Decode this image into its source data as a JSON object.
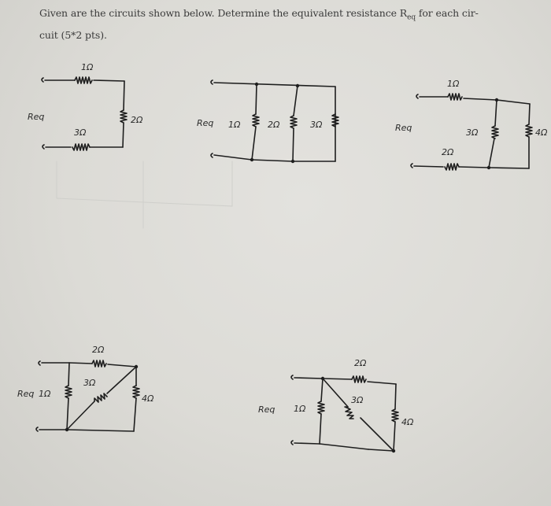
{
  "question": {
    "text_before": "Given are the circuits shown below. Determine the equivalent resistance R",
    "subscript": "eq",
    "text_after": " for each cir-",
    "line2": "cuit (5*2 pts)."
  },
  "circuits": [
    {
      "id": 1,
      "label": "Req",
      "resistors": [
        {
          "value": "1Ω",
          "position": "top series"
        },
        {
          "value": "2Ω",
          "position": "right vertical"
        },
        {
          "value": "3Ω",
          "position": "bottom series"
        }
      ],
      "topology": "series"
    },
    {
      "id": 2,
      "label": "Req",
      "resistors": [
        {
          "value": "1Ω",
          "position": "parallel branch 1"
        },
        {
          "value": "2Ω",
          "position": "parallel branch 2"
        },
        {
          "value": "3Ω",
          "position": "parallel branch 3"
        }
      ],
      "topology": "parallel"
    },
    {
      "id": 3,
      "label": "Req",
      "resistors": [
        {
          "value": "1Ω",
          "position": "top series"
        },
        {
          "value": "3Ω",
          "position": "parallel branch"
        },
        {
          "value": "4Ω",
          "position": "parallel branch"
        },
        {
          "value": "2Ω",
          "position": "bottom series"
        }
      ],
      "topology": "series-parallel"
    },
    {
      "id": 4,
      "label": "Req",
      "resistors": [
        {
          "value": "1Ω",
          "position": "left vertical"
        },
        {
          "value": "2Ω",
          "position": "top horizontal"
        },
        {
          "value": "3Ω",
          "position": "diagonal"
        },
        {
          "value": "4Ω",
          "position": "right vertical"
        }
      ],
      "topology": "bridge"
    },
    {
      "id": 5,
      "label": "Req",
      "resistors": [
        {
          "value": "1Ω",
          "position": "left vertical"
        },
        {
          "value": "2Ω",
          "position": "top horizontal"
        },
        {
          "value": "3Ω",
          "position": "diagonal"
        },
        {
          "value": "4Ω",
          "position": "right vertical"
        }
      ],
      "topology": "bridge"
    }
  ],
  "labels": {
    "req": "Req",
    "c1_r1": "1Ω",
    "c1_r2": "2Ω",
    "c1_r3": "3Ω",
    "c2_r1": "1Ω",
    "c2_r2": "2Ω",
    "c2_r3": "3Ω",
    "c3_r1": "1Ω",
    "c3_r3": "3Ω",
    "c3_r4": "4Ω",
    "c3_r2": "2Ω",
    "c4_r2": "2Ω",
    "c4_r1": "1Ω",
    "c4_r3": "3Ω",
    "c4_r4": "4Ω",
    "c5_r2": "2Ω",
    "c5_r1": "1Ω",
    "c5_r3": "3Ω",
    "c5_r4": "4Ω"
  }
}
